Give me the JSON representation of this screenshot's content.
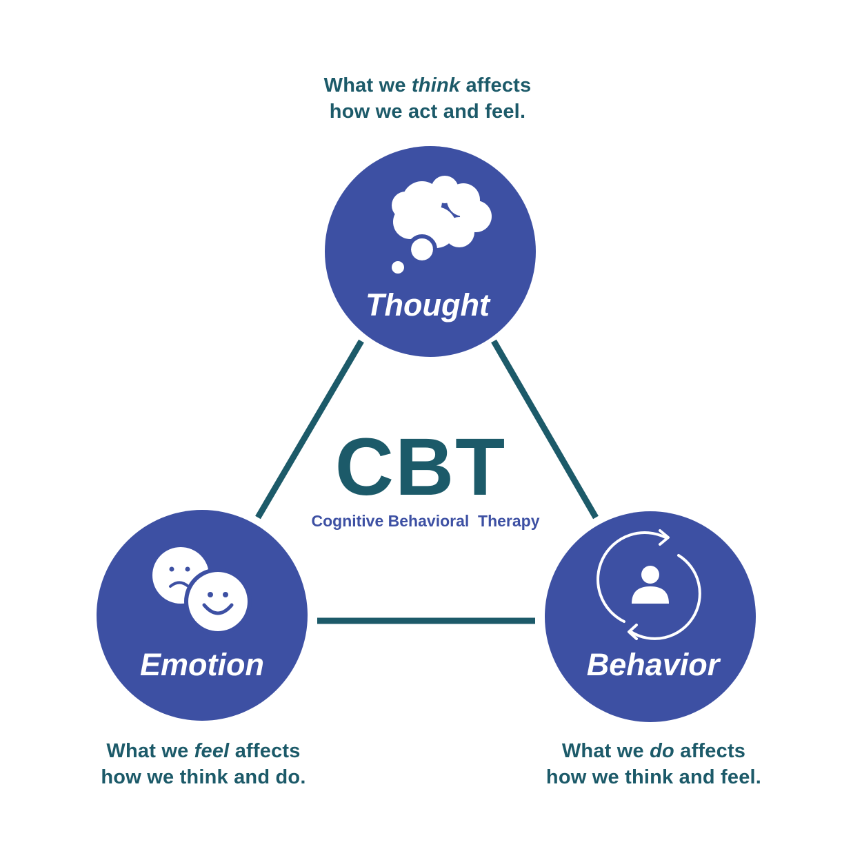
{
  "colors": {
    "circle": "#3d50a3",
    "connector": "#1c5a69",
    "caption_text": "#1c5a69",
    "subtitle_text": "#3d50a3",
    "icon": "#ffffff"
  },
  "center": {
    "title": "CBT",
    "subtitle": "Cognitive Behavioral  Therapy"
  },
  "nodes": {
    "thought": {
      "label": "Thought",
      "icon": "thought-bubble-icon"
    },
    "emotion": {
      "label": "Emotion",
      "icon": "faces-icon"
    },
    "behavior": {
      "label": "Behavior",
      "icon": "person-cycle-icon"
    }
  },
  "captions": {
    "thought": {
      "pre": "What we ",
      "emph": "think",
      "post": " affects",
      "line2": "how we act and feel."
    },
    "emotion": {
      "pre": "What we ",
      "emph": "feel",
      "post": " affects",
      "line2": "how we think and do."
    },
    "behavior": {
      "pre": "What we ",
      "emph": "do",
      "post": " affects",
      "line2": "how we think and feel."
    }
  }
}
